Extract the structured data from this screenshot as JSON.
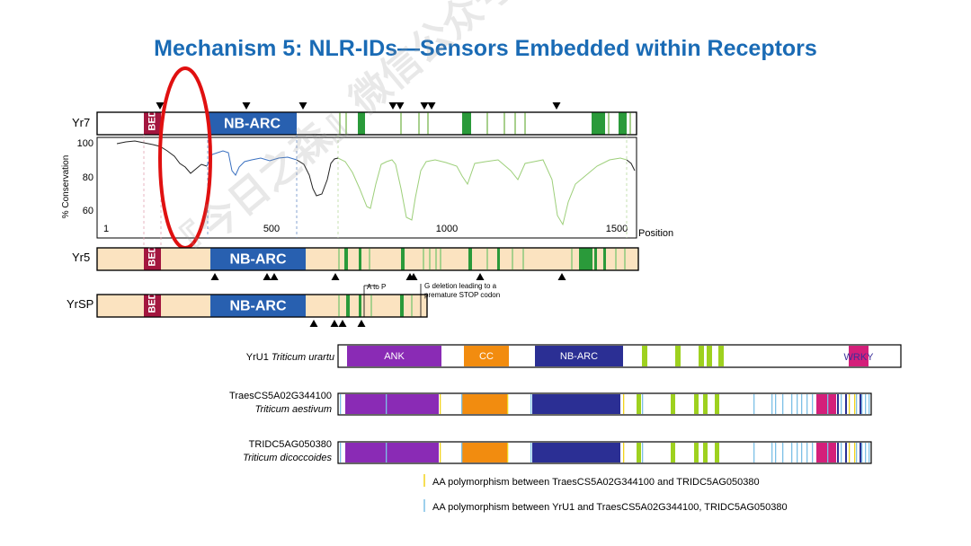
{
  "title": "Mechanism 5: NLR-IDs—Sensors Embedded within Receptors",
  "watermark": "『今日之森』微信公众号制作",
  "colors": {
    "bed": "#a3163f",
    "nbarc": "#2860b0",
    "green_dark": "#2a9a3a",
    "green_light": "#a8d08d",
    "peach": "#fbe3c0",
    "ank": "#8a2bb5",
    "cc": "#f28c0f",
    "nbarc_yru1": "#2b2f94",
    "wrky": "#d41f7a",
    "lime": "#9ed11f",
    "poly_yellow": "#f2d31a",
    "poly_blue": "#7cc0e6",
    "conservation_line": "#222222",
    "conservation_nbarc": "#3a70c0",
    "conservation_lrr": "#9dcf7a",
    "highlight_circle": "#e01010"
  },
  "proteins": {
    "yr7": {
      "label": "Yr7",
      "bed": "BED",
      "nbarc": "NB-ARC"
    },
    "yr5": {
      "label": "Yr5",
      "bed": "BED",
      "nbarc": "NB-ARC"
    },
    "yrsp": {
      "label": "YrSP",
      "bed": "BED",
      "nbarc": "NB-ARC",
      "note_ap": "A to P",
      "note_del_1": "G deletion leading to a",
      "note_del_2": "premature STOP codon"
    }
  },
  "conservation_plot": {
    "ylabel": "% Conservation",
    "yticks": [
      "100",
      "80",
      "60"
    ],
    "xticks": [
      "1",
      "500",
      "1000",
      "1500"
    ],
    "xlabel": "Position"
  },
  "yru1_panel": {
    "rows": [
      {
        "name": "YrU1",
        "species": "Triticum urartu"
      },
      {
        "name": "TraesCS5A02G344100",
        "species": "Triticum aestivum"
      },
      {
        "name": "TRIDC5AG050380",
        "species": "Triticum dicoccoides"
      }
    ],
    "domains": {
      "ank": "ANK",
      "cc": "CC",
      "nbarc": "NB-ARC",
      "wrky": "WRKY"
    }
  },
  "legend": [
    {
      "color": "#f2d31a",
      "text": "AA polymorphism between TraesCS5A02G344100 and TRIDC5AG050380"
    },
    {
      "color": "#7cc0e6",
      "text": "AA polymorphism between YrU1 and TraesCS5A02G344100, TRIDC5AG050380"
    }
  ]
}
